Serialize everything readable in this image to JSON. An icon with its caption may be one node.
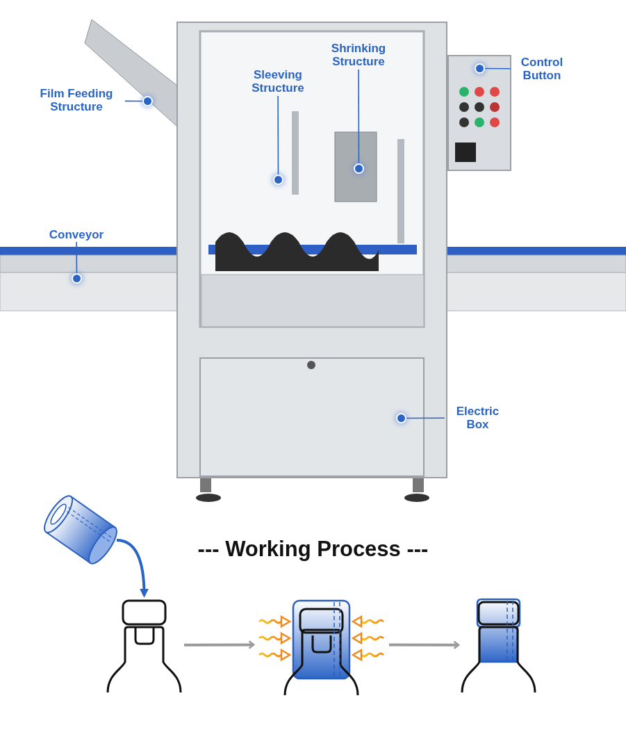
{
  "diagram": {
    "title": "--- Working Process ---",
    "nodes": [
      {
        "text": [
          "Shrinking Structure"
        ]
      },
      {
        "text": [],
        "shape": "circle"
      },
      {
        "text": [
          "Control Button"
        ]
      },
      {
        "text": [],
        "shape": "circle"
      },
      {
        "text": [
          "Sleeving Structure"
        ]
      },
      {
        "text": [],
        "shape": "circle"
      },
      {
        "text": [
          "Film Feeding Structure"
        ]
      },
      {
        "text": [],
        "shape": "circle"
      },
      {
        "text": [
          "Conveyor"
        ]
      },
      {
        "text": [],
        "shape": "circle"
      },
      {
        "text": [
          "Electric Box"
        ]
      },
      {
        "text": [],
        "shape": "circle"
      },
      {
        "text": [],
        "shape": "picture"
      },
      {
        "text": [],
        "shape": "picture"
      },
      {
        "text": [],
        "shape": "picture"
      },
      {
        "text": [],
        "shape": "picture"
      }
    ],
    "edges": [
      {
        "from": 0,
        "to": 1,
        "arrow": "none"
      },
      {
        "from": 2,
        "to": 3,
        "arrow": "none"
      },
      {
        "from": 4,
        "to": 5,
        "arrow": "none"
      },
      {
        "from": 6,
        "to": 7,
        "arrow": "none"
      },
      {
        "from": 8,
        "to": 9,
        "arrow": "none"
      },
      {
        "from": 10,
        "to": 11,
        "arrow": "none"
      },
      {
        "from": 12,
        "to": 13,
        "arrow": "to",
        "style": "thick"
      },
      {
        "from": 13,
        "to": 14,
        "arrow": "to",
        "style": "thick",
        "color": "#9a9a9a"
      },
      {
        "from": 14,
        "to": 15,
        "arrow": "to",
        "style": "thick",
        "color": "#9a9a9a"
      }
    ]
  }
}
